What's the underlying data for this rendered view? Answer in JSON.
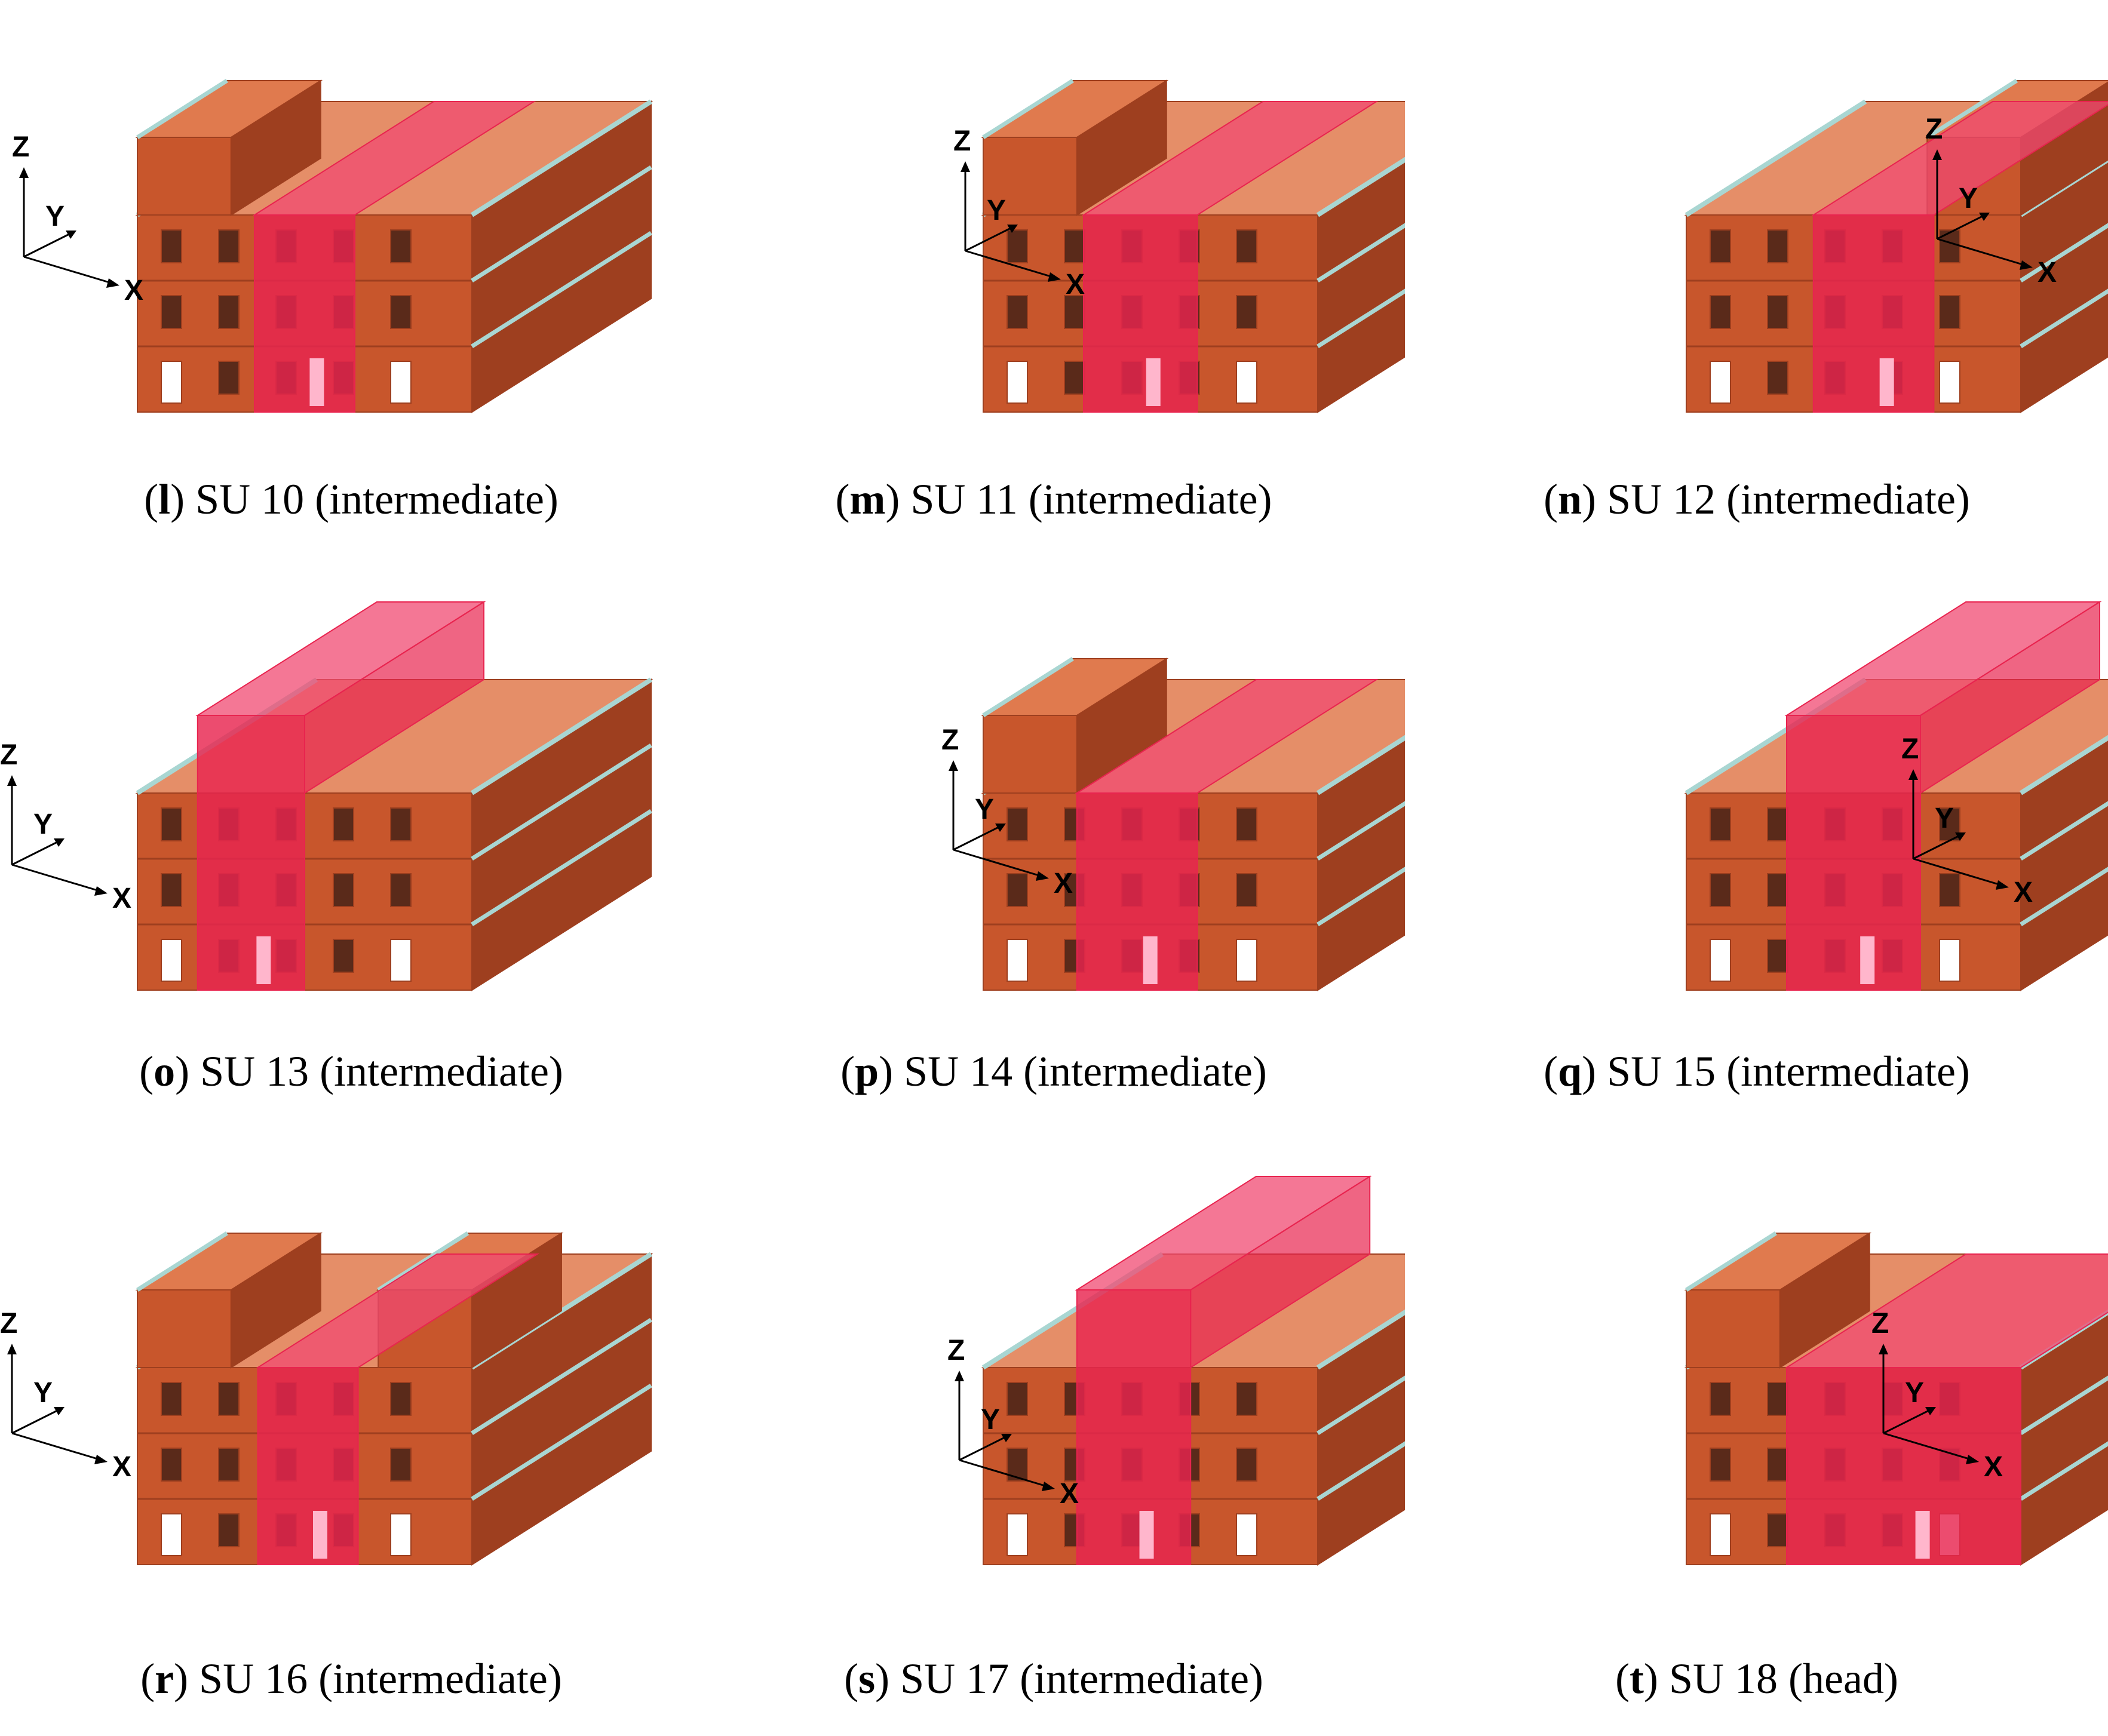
{
  "colors": {
    "brick": "#c8562c",
    "brick_dark": "#9e3f1f",
    "brick_top": "#e07a4e",
    "highlight": "#e8244f",
    "highlight_light": "#f04a72",
    "parapet": "#a9d6d2",
    "window": "#5a2a1a",
    "opening": "#ffffff"
  },
  "axes": {
    "z": "Z",
    "y": "Y",
    "x": "X"
  },
  "panels": [
    {
      "letter": "l",
      "caption": "SU 10 (intermediate)",
      "unit": "SU 10",
      "role": "intermediate"
    },
    {
      "letter": "m",
      "caption": "SU 11 (intermediate)",
      "unit": "SU 11",
      "role": "intermediate"
    },
    {
      "letter": "n",
      "caption": "SU 12 (intermediate)",
      "unit": "SU 12",
      "role": "intermediate"
    },
    {
      "letter": "o",
      "caption": "SU 13 (intermediate)",
      "unit": "SU 13",
      "role": "intermediate"
    },
    {
      "letter": "p",
      "caption": "SU 14 (intermediate)",
      "unit": "SU 14",
      "role": "intermediate"
    },
    {
      "letter": "q",
      "caption": "SU 15 (intermediate)",
      "unit": "SU 15",
      "role": "intermediate"
    },
    {
      "letter": "r",
      "caption": "SU 16 (intermediate)",
      "unit": "SU 16",
      "role": "intermediate"
    },
    {
      "letter": "s",
      "caption": "SU 17 (intermediate)",
      "unit": "SU 17",
      "role": "intermediate"
    },
    {
      "letter": "t",
      "caption": "SU 18 (head)",
      "unit": "SU 18",
      "role": "head"
    }
  ]
}
